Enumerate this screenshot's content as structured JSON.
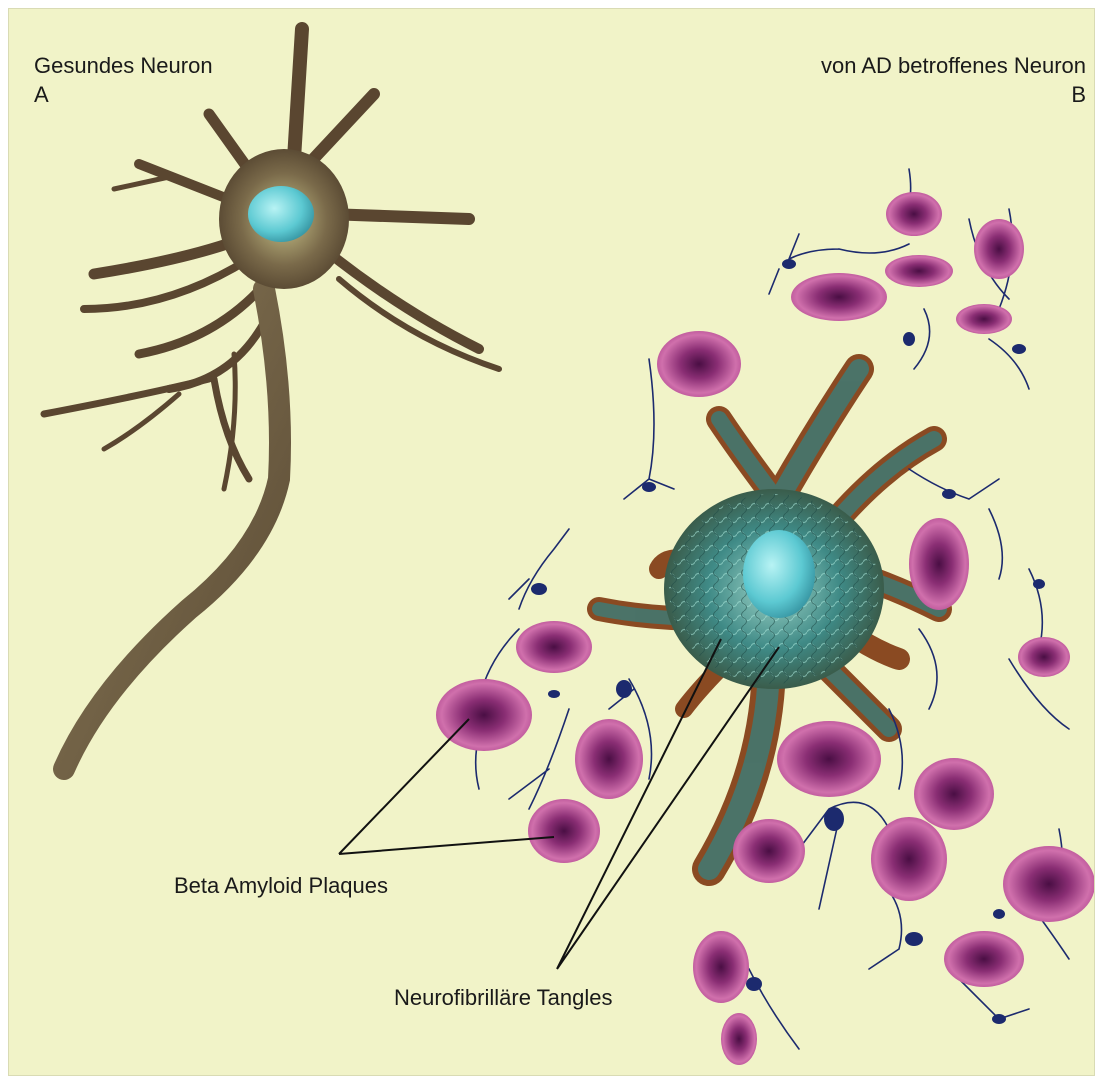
{
  "labels": {
    "healthy_title": "Gesundes Neuron",
    "healthy_letter": "A",
    "ad_title": "von AD betroffenes Neuron",
    "ad_letter": "B",
    "plaques": "Beta Amyloid Plaques",
    "tangles": "Neurofibrilläre Tangles"
  },
  "colors": {
    "background": "#f1f3c8",
    "neuron_body": "#6b5a3e",
    "nucleus": "#6fd6dc",
    "tangle_body": "#3f8a86",
    "plaque": "#c85a9c",
    "plaque_core": "#6a1f5a",
    "microglia": "#1c2a6e",
    "pointer_line": "#111111"
  }
}
